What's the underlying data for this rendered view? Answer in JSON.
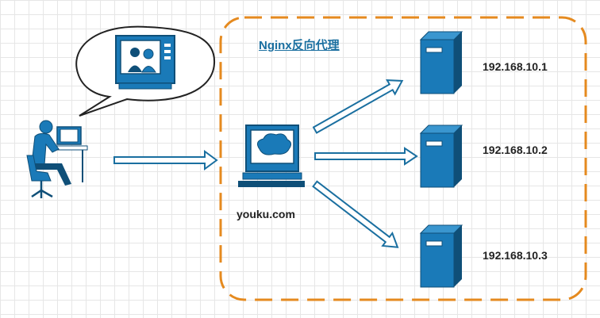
{
  "diagram": {
    "title": "Nginx反向代理",
    "proxy_label": "youku.com",
    "servers": [
      {
        "ip": "192.168.10.1"
      },
      {
        "ip": "192.168.10.2"
      },
      {
        "ip": "192.168.10.3"
      }
    ],
    "colors": {
      "device_blue": "#1a7ab8",
      "device_dark": "#0f4f78",
      "boundary_orange": "#e58a1f",
      "arrow_blue": "#1a6fa0"
    },
    "icons": [
      "user-at-computer-icon",
      "tv-speech-bubble-icon",
      "proxy-terminal-icon",
      "server-tower-icon"
    ]
  }
}
